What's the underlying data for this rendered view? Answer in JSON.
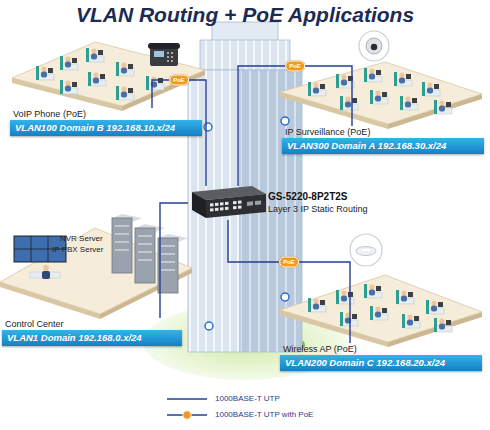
{
  "diagram": {
    "title": "VLAN Routing + PoE Applications",
    "nodes": [
      {
        "text": [
          "VoIP Phone (PoE)",
          "VLAN100 Domain B 192.168.10.x/24"
        ]
      },
      {
        "text": [
          "IP Surveillance (PoE)",
          "VLAN300 Domain A 192.168.30.x/24"
        ]
      },
      {
        "text": [
          "GS-5220-8P2T2S",
          "Layer 3 IP Static Routing"
        ]
      },
      {
        "text": [
          "Control Center",
          "VLAN1 Domain 192.168.0.x/24"
        ]
      },
      {
        "text": [
          "Wireless AP (PoE)",
          "VLAN200 Domain C 192.168.20.x/24"
        ]
      }
    ],
    "edges": [
      {
        "from": 2,
        "to": 0,
        "arrow": "none",
        "label": "PoE"
      },
      {
        "from": 2,
        "to": 1,
        "arrow": "none",
        "label": "PoE"
      },
      {
        "from": 2,
        "to": 3,
        "arrow": "none"
      },
      {
        "from": 2,
        "to": 4,
        "arrow": "none",
        "label": "PoE"
      }
    ],
    "labels": [
      "NVR Server",
      "IP PBX Server"
    ],
    "legend": [
      {
        "text": "1000BASE-T UTP"
      },
      {
        "text": "1000BASE-T UTP with PoE"
      }
    ]
  }
}
